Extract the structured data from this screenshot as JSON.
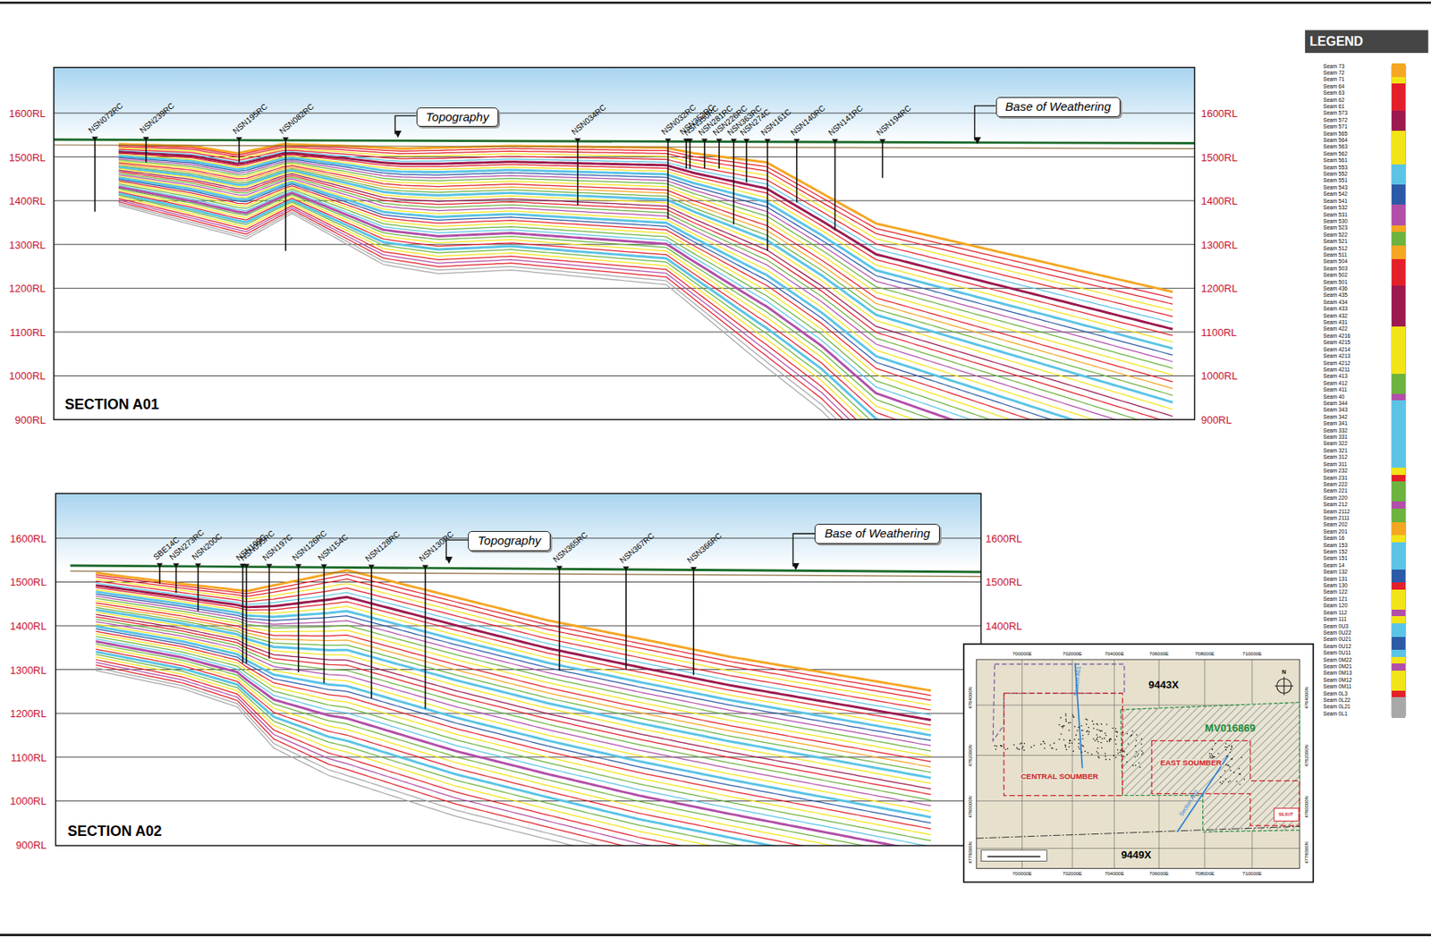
{
  "diagram": {
    "nodes": [
      {
        "text": [
          "Topography"
        ]
      },
      {
        "text": [
          "Base of Weathering"
        ]
      },
      {
        "text": [
          "Topography"
        ]
      },
      {
        "text": [
          "Base of Weathering"
        ]
      }
    ],
    "labels": [
      "LEGEND",
      "SECTION A01",
      "SECTION A02",
      "1600RL",
      "1500RL",
      "1400RL",
      "1300RL",
      "1200RL",
      "1100RL",
      "1000RL",
      "900RL",
      "1600RL",
      "1500RL",
      "1400RL",
      "1300RL",
      "1200RL",
      "1100RL",
      "1000RL",
      "900RL",
      "1600RL",
      "1500RL",
      "1400RL",
      "1300RL",
      "1200RL",
      "1100RL",
      "1000RL",
      "900RL",
      "1600RL",
      "1500RL",
      "1400RL",
      "NSN072RC",
      "NSN239RC",
      "NSN195RC",
      "NSN082RC",
      "NSN034RC",
      "NSN032RC",
      "NSN352RC",
      "NSN350RC",
      "NSN281RC",
      "NSN226RC",
      "NSN363RC",
      "NSN274C",
      "NSN161C",
      "NSN140RC",
      "NSN141RC",
      "NSN194RC",
      "SBE14C",
      "NSN273RC",
      "NSN200C",
      "NSN199C",
      "NSN095RC",
      "NSN197C",
      "NSN126RC",
      "NSN154C",
      "NSN128RC",
      "NSN130RC",
      "NSN365RC",
      "NSN367RC",
      "NSN366RC",
      "700000E",
      "702000E",
      "704000E",
      "706000E",
      "708000E",
      "710000E",
      "700000E",
      "702000E",
      "704000E",
      "706000E",
      "708000E",
      "710000E",
      "4784000N",
      "4782000N",
      "4780000N",
      "4778000N",
      "4784000N",
      "4782000N",
      "4780000N",
      "4778000N",
      "9443X",
      "9449X",
      "MV016869",
      "CENTRAL SOUMBER",
      "EAST SOUMBER",
      "Section A01",
      "Section A02",
      "SILSUT",
      "N"
    ],
    "legend": [
      {
        "text": "Seam 73",
        "color": "#f5a623"
      },
      {
        "text": "Seam 72",
        "color": "#f5a623"
      },
      {
        "text": "Seam 71",
        "color": "#f2e418"
      },
      {
        "text": "Seam 64",
        "color": "#e3202a"
      },
      {
        "text": "Seam 63",
        "color": "#e3202a"
      },
      {
        "text": "Seam 62",
        "color": "#e3202a"
      },
      {
        "text": "Seam 61",
        "color": "#e3202a"
      },
      {
        "text": "Seam 573",
        "color": "#9c1a4f"
      },
      {
        "text": "Seam 572",
        "color": "#9c1a4f"
      },
      {
        "text": "Seam 571",
        "color": "#9c1a4f"
      },
      {
        "text": "Seam 565",
        "color": "#f2e418"
      },
      {
        "text": "Seam 564",
        "color": "#f2e418"
      },
      {
        "text": "Seam 563",
        "color": "#f2e418"
      },
      {
        "text": "Seam 562",
        "color": "#f2e418"
      },
      {
        "text": "Seam 561",
        "color": "#f2e418"
      },
      {
        "text": "Seam 553",
        "color": "#5bc4e6"
      },
      {
        "text": "Seam 552",
        "color": "#5bc4e6"
      },
      {
        "text": "Seam 551",
        "color": "#5bc4e6"
      },
      {
        "text": "Seam 543",
        "color": "#2d5aa6"
      },
      {
        "text": "Seam 542",
        "color": "#2d5aa6"
      },
      {
        "text": "Seam 541",
        "color": "#2d5aa6"
      },
      {
        "text": "Seam 532",
        "color": "#b24fa8"
      },
      {
        "text": "Seam 531",
        "color": "#b24fa8"
      },
      {
        "text": "Seam 530",
        "color": "#b24fa8"
      },
      {
        "text": "Seam 523",
        "color": "#f5a623"
      },
      {
        "text": "Seam 522",
        "color": "#6cb33f"
      },
      {
        "text": "Seam 521",
        "color": "#6cb33f"
      },
      {
        "text": "Seam 512",
        "color": "#f5a623"
      },
      {
        "text": "Seam 511",
        "color": "#f5a623"
      },
      {
        "text": "Seam 504",
        "color": "#e3202a"
      },
      {
        "text": "Seam 503",
        "color": "#e3202a"
      },
      {
        "text": "Seam 502",
        "color": "#e3202a"
      },
      {
        "text": "Seam 501",
        "color": "#e3202a"
      },
      {
        "text": "Seam 436",
        "color": "#9c1a4f"
      },
      {
        "text": "Seam 435",
        "color": "#9c1a4f"
      },
      {
        "text": "Seam 434",
        "color": "#9c1a4f"
      },
      {
        "text": "Seam 433",
        "color": "#9c1a4f"
      },
      {
        "text": "Seam 432",
        "color": "#9c1a4f"
      },
      {
        "text": "Seam 431",
        "color": "#9c1a4f"
      },
      {
        "text": "Seam 422",
        "color": "#f2e418"
      },
      {
        "text": "Seam 4216",
        "color": "#f2e418"
      },
      {
        "text": "Seam 4215",
        "color": "#f2e418"
      },
      {
        "text": "Seam 4214",
        "color": "#f2e418"
      },
      {
        "text": "Seam 4213",
        "color": "#f2e418"
      },
      {
        "text": "Seam 4212",
        "color": "#f2e418"
      },
      {
        "text": "Seam 4211",
        "color": "#f2e418"
      },
      {
        "text": "Seam 413",
        "color": "#6cb33f"
      },
      {
        "text": "Seam 412",
        "color": "#6cb33f"
      },
      {
        "text": "Seam 411",
        "color": "#6cb33f"
      },
      {
        "text": "Seam 40",
        "color": "#b24fa8"
      },
      {
        "text": "Seam 344",
        "color": "#5bc4e6"
      },
      {
        "text": "Seam 343",
        "color": "#5bc4e6"
      },
      {
        "text": "Seam 342",
        "color": "#5bc4e6"
      },
      {
        "text": "Seam 341",
        "color": "#5bc4e6"
      },
      {
        "text": "Seam 332",
        "color": "#5bc4e6"
      },
      {
        "text": "Seam 331",
        "color": "#5bc4e6"
      },
      {
        "text": "Seam 322",
        "color": "#5bc4e6"
      },
      {
        "text": "Seam 321",
        "color": "#5bc4e6"
      },
      {
        "text": "Seam 312",
        "color": "#5bc4e6"
      },
      {
        "text": "Seam 311",
        "color": "#5bc4e6"
      },
      {
        "text": "Seam 232",
        "color": "#f2e418"
      },
      {
        "text": "Seam 231",
        "color": "#e3202a"
      },
      {
        "text": "Seam 222",
        "color": "#6cb33f"
      },
      {
        "text": "Seam 221",
        "color": "#6cb33f"
      },
      {
        "text": "Seam 220",
        "color": "#6cb33f"
      },
      {
        "text": "Seam 212",
        "color": "#b24fa8"
      },
      {
        "text": "Seam 2112",
        "color": "#6cb33f"
      },
      {
        "text": "Seam 2111",
        "color": "#6cb33f"
      },
      {
        "text": "Seam 202",
        "color": "#f5a623"
      },
      {
        "text": "Seam 201",
        "color": "#f5a623"
      },
      {
        "text": "Seam 16",
        "color": "#f2e418"
      },
      {
        "text": "Seam 153",
        "color": "#5bc4e6"
      },
      {
        "text": "Seam 152",
        "color": "#5bc4e6"
      },
      {
        "text": "Seam 151",
        "color": "#5bc4e6"
      },
      {
        "text": "Seam 14",
        "color": "#5bc4e6"
      },
      {
        "text": "Seam 132",
        "color": "#2d5aa6"
      },
      {
        "text": "Seam 131",
        "color": "#2d5aa6"
      },
      {
        "text": "Seam 130",
        "color": "#e3202a"
      },
      {
        "text": "Seam 122",
        "color": "#f2e418"
      },
      {
        "text": "Seam 121",
        "color": "#f2e418"
      },
      {
        "text": "Seam 120",
        "color": "#f2e418"
      },
      {
        "text": "Seam 112",
        "color": "#b24fa8"
      },
      {
        "text": "Seam 111",
        "color": "#f2e418"
      },
      {
        "text": "Seam 0U3",
        "color": "#5bc4e6"
      },
      {
        "text": "Seam 0U22",
        "color": "#5bc4e6"
      },
      {
        "text": "Seam 0U21",
        "color": "#2d5aa6"
      },
      {
        "text": "Seam 0U12",
        "color": "#2d5aa6"
      },
      {
        "text": "Seam 0U11",
        "color": "#5bc4e6"
      },
      {
        "text": "Seam 0M22",
        "color": "#f2e418"
      },
      {
        "text": "Seam 0M21",
        "color": "#b24fa8"
      },
      {
        "text": "Seam 0M13",
        "color": "#f2e418"
      },
      {
        "text": "Seam 0M12",
        "color": "#f2e418"
      },
      {
        "text": "Seam 0M11",
        "color": "#f2e418"
      },
      {
        "text": "Seam 0L3",
        "color": "#e3202a"
      },
      {
        "text": "Seam 0L22",
        "color": "#a8a8a8"
      },
      {
        "text": "Seam 0L21",
        "color": "#a8a8a8"
      },
      {
        "text": "Seam 0L1",
        "color": "#a8a8a8"
      }
    ]
  }
}
